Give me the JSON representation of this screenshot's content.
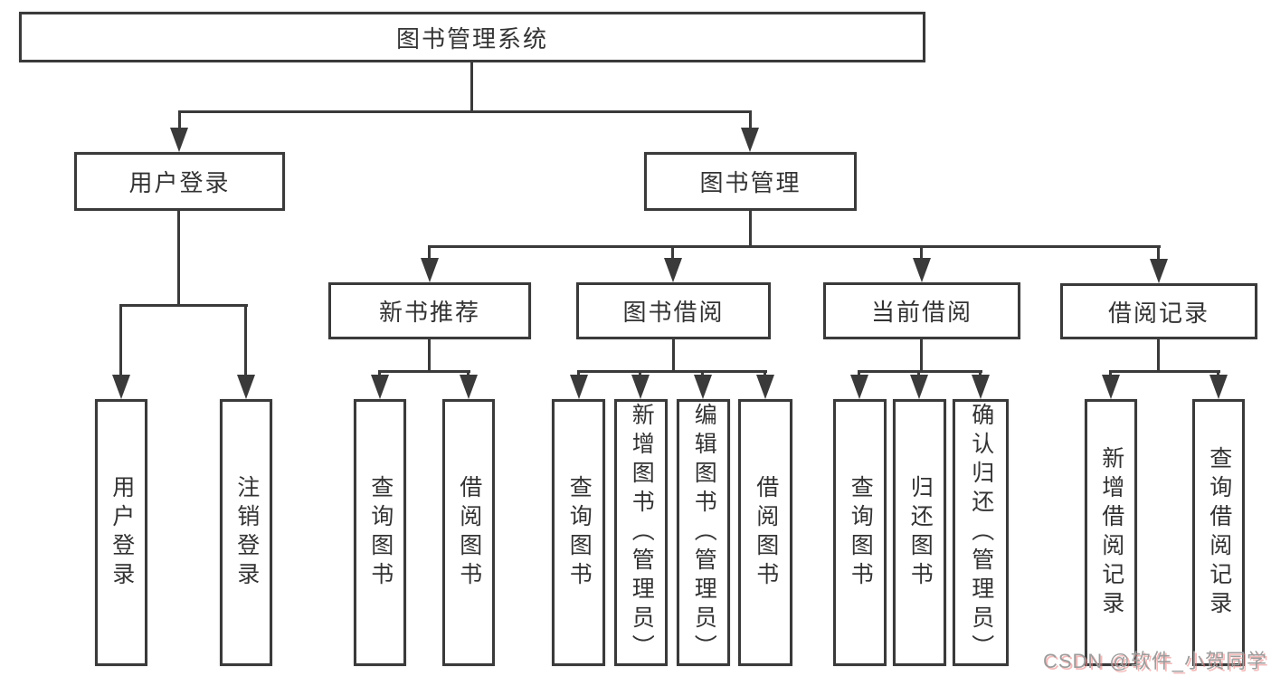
{
  "title": {
    "label": "图书管理系统"
  },
  "level2": {
    "user_login": {
      "label": "用户登录"
    },
    "book_mgmt": {
      "label": "图书管理"
    }
  },
  "level3": {
    "new_books": {
      "label": "新书推荐"
    },
    "book_borrow": {
      "label": "图书借阅"
    },
    "current_borrow": {
      "label": "当前借阅"
    },
    "borrow_records": {
      "label": "借阅记录"
    }
  },
  "leaves": {
    "user_login": [
      {
        "label": "用户登录"
      },
      {
        "label": "注销登录"
      }
    ],
    "new_books": [
      {
        "label": "查询图书"
      },
      {
        "label": "借阅图书"
      }
    ],
    "book_borrow": [
      {
        "label": "查询图书"
      },
      {
        "label": "新增图书（管理员）"
      },
      {
        "label": "编辑图书（管理员）"
      },
      {
        "label": "借阅图书"
      }
    ],
    "current_borrow": [
      {
        "label": "查询图书"
      },
      {
        "label": "归还图书"
      },
      {
        "label": "确认归还（管理员）"
      }
    ],
    "borrow_records": [
      {
        "label": "新增借阅记录"
      },
      {
        "label": "查询借阅记录"
      }
    ]
  },
  "watermark": {
    "text": "CSDN @软件_小贺同学"
  },
  "colors": {
    "line": "#3a3a3a",
    "text": "#333333",
    "background": "#ffffff",
    "watermark_gray": "#9c9c9c",
    "watermark_red": "#eb8282"
  }
}
